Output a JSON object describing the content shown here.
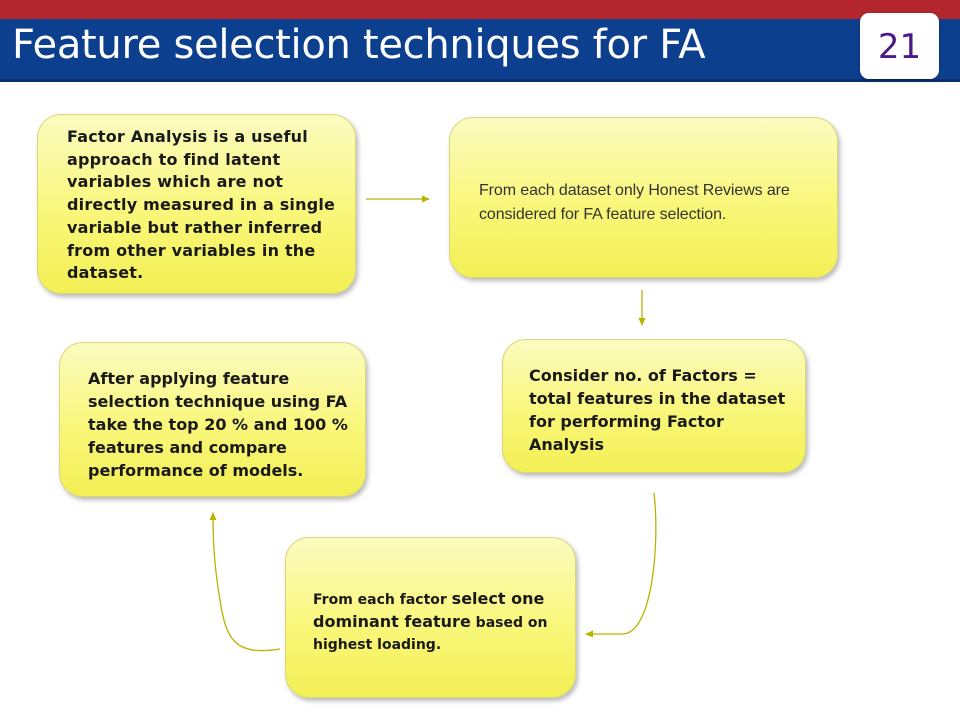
{
  "slide": {
    "title": "Feature selection techniques for FA",
    "number": "21"
  },
  "colors": {
    "top_stripe": "#b3262e",
    "title_bar": "#0d3f8f",
    "box_fill": "#f9f77a",
    "connector": "#b8b400",
    "slide_number_text": "#4b1a86"
  },
  "flow": {
    "step1": "Factor Analysis is a useful approach to find latent variables which are not directly measured in a single variable but rather inferred from other variables in the dataset.",
    "step2": "From each dataset only Honest Reviews are considered for FA feature selection.",
    "step3": "Consider no. of Factors = total features in the dataset for performing Factor Analysis",
    "step4": {
      "part1": "From each factor ",
      "part2": "select one dominant feature",
      "part3": " based on highest loading."
    },
    "step5": "After applying feature selection technique using FA take the top 20 % and 100 % features and compare performance of models."
  }
}
